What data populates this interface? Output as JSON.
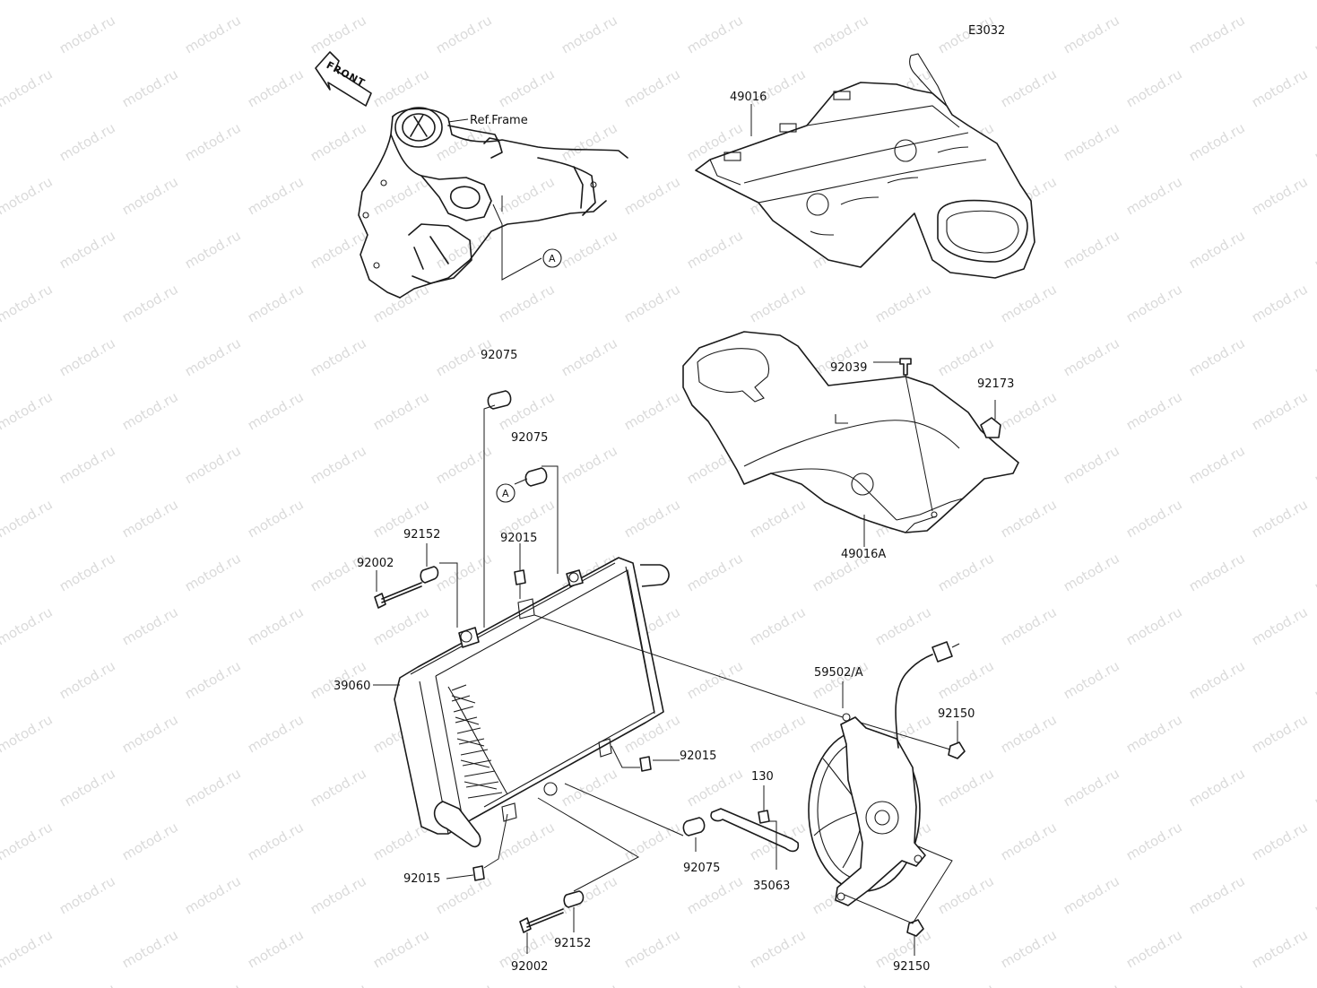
{
  "diagram_code": "E3032",
  "front_label": "FRONT",
  "ref_frame_label": "Ref.Frame",
  "ref_marker": "A",
  "watermark": "motod.ru",
  "parts": {
    "p49016": "49016",
    "p49016A": "49016A",
    "p92039": "92039",
    "p92173": "92173",
    "p92075_top": "92075",
    "p92075_mid": "92075",
    "p92075_low": "92075",
    "p92152_top": "92152",
    "p92152_low": "92152",
    "p92002_top": "92002",
    "p92002_low": "92002",
    "p92015_top": "92015",
    "p92015_right": "92015",
    "p92015_low": "92015",
    "p39060": "39060",
    "p59502A": "59502/A",
    "p92150_top": "92150",
    "p92150_low": "92150",
    "p130": "130",
    "p35063": "35063"
  }
}
